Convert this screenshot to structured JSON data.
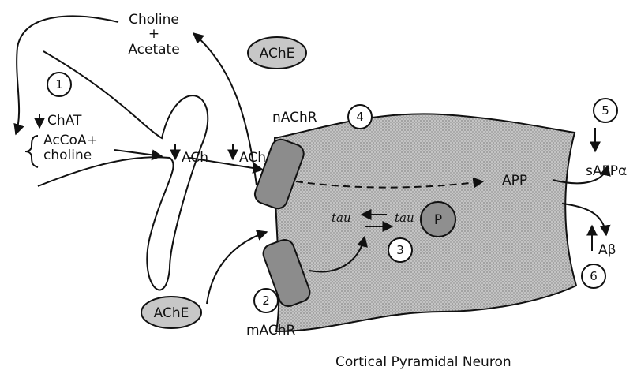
{
  "diagram": {
    "caption": "Cortical Pyramidal Neuron",
    "presynaptic": {
      "choline_line1": "Choline",
      "choline_plus": "+",
      "choline_line2": "Acetate",
      "step1": "1",
      "chat": "ChAT",
      "accoa": "AcCoA+",
      "choline": "choline",
      "ach_left": "ACh",
      "ach_right": "ACh"
    },
    "enzyme_top": "AChE",
    "enzyme_bottom": "AChE",
    "receptors": {
      "nachr": "nAChR",
      "machr": "mAChR",
      "step4": "4",
      "step2": "2"
    },
    "neuron": {
      "tau_left": "tau",
      "tau_right": "tau",
      "phospho": "P",
      "step3": "3",
      "app": "APP"
    },
    "outputs": {
      "step5": "5",
      "sapp": "sAPPα",
      "step6": "6",
      "abeta": "Aβ"
    }
  },
  "colors": {
    "neuron_fill": "#bdbdbd",
    "receptor_fill": "#8c8c8c",
    "enzyme_fill": "#c7c7c7",
    "phospho_fill": "#8f8f8f",
    "ink": "#111111"
  }
}
